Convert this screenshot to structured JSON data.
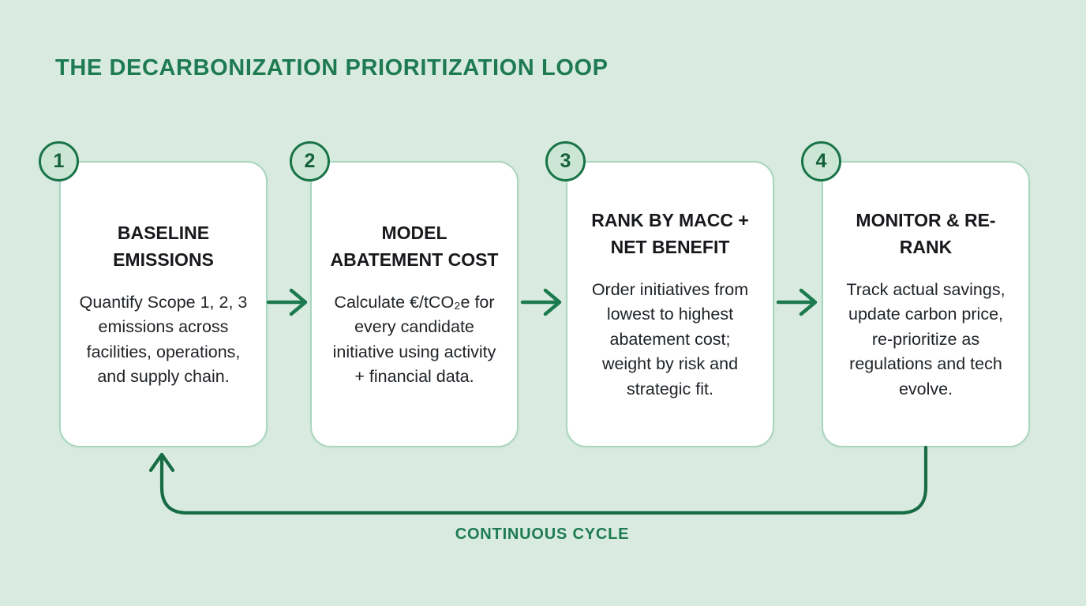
{
  "page": {
    "background_color": "#d9ebe0",
    "accent_green": "#1c7a4e",
    "card_border_color": "#a9d6bf",
    "card_background": "#ffffff"
  },
  "title": "THE DECARBONIZATION PRIORITIZATION LOOP",
  "steps": [
    {
      "number": "1",
      "title": "BASELINE EMISSIONS",
      "body": "Quantify Scope 1, 2, 3 emissions across facilities, operations, and supply chain."
    },
    {
      "number": "2",
      "title": "MODEL ABATEMENT COST",
      "body": "Calculate €/tCO₂e for every candidate initiative using activity + financial data."
    },
    {
      "number": "3",
      "title": "RANK BY MACC + NET BENEFIT",
      "body": "Order initiatives from lowest to highest abatement cost; weight by risk and strategic fit."
    },
    {
      "number": "4",
      "title": "MONITOR & RE-RANK",
      "body": "Track actual savings, update carbon price, re-prioritize as regulations and tech evolve."
    }
  ],
  "cycle_label": "CONTINUOUS CYCLE"
}
